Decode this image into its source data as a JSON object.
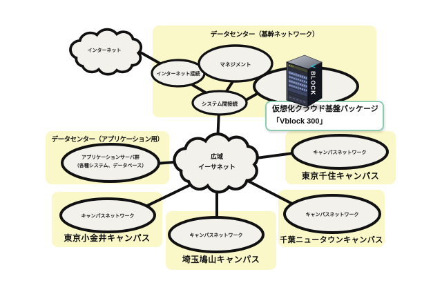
{
  "colors": {
    "region_bg": "#FAF7C9",
    "node_fill": "#F2F1EC",
    "stroke": "#111111",
    "callout_border": "#8CCDB2",
    "vblock_teal": "#28C4DA"
  },
  "regions": {
    "core": {
      "title": "データセンター（基幹ネットワーク）"
    },
    "app": {
      "title": "データセンター（アプリケーション用）"
    },
    "senju": {
      "label": "東京千住キャンパス"
    },
    "koganei": {
      "label": "東京小金井キャンパス"
    },
    "hatoyama": {
      "label": "埼玉鳩山キャンパス"
    },
    "chiba": {
      "label": "千葉ニュータウンキャンパス"
    }
  },
  "nodes": {
    "internet": {
      "label": "インターネット"
    },
    "internet_link": {
      "label": "インターネット接続"
    },
    "management": {
      "label": "マネジメント"
    },
    "system_link": {
      "label": "システム間接続"
    },
    "wan": {
      "line1": "広域",
      "line2": "イーサネット"
    },
    "app_servers": {
      "line1": "アプリケーションサーバ群",
      "line2": "（各種システム、データベース）"
    },
    "campus_network": {
      "label": "キャンパスネットワーク"
    }
  },
  "callout": {
    "line1": "仮想化クラウド基盤パッケージ",
    "line2": "「Vblock 300」"
  },
  "server": {
    "logo_v": "V",
    "logo_rest": "BLOCK"
  }
}
